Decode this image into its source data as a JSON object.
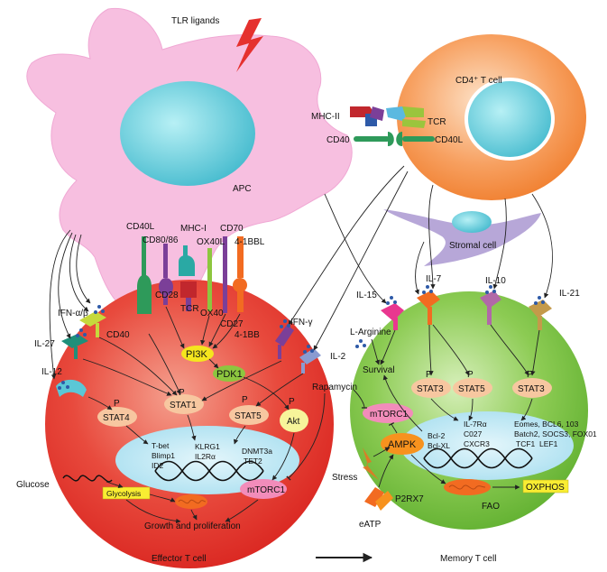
{
  "labels": {
    "tlr_ligands": "TLR ligands",
    "apc": "APC",
    "cd4_t_cell": "CD4⁺ T cell",
    "mhc_ii": "MHC-II",
    "tcr_top": "TCR",
    "cd40_top": "CD40",
    "cd40l_top": "CD40L",
    "stromal_cell": "Stromal cell",
    "cd40l": "CD40L",
    "cd80_86": "CD80/86",
    "mhc_i": "MHC-I",
    "cd70": "CD70",
    "ox40l": "OX40L",
    "bbl": "4-1BBL",
    "ifn_ab": "IFN-α/β",
    "cd28": "CD28",
    "tcr": "TCR",
    "ox40": "OX40",
    "cd27": "CD27",
    "cd40": "CD40",
    "bb": "4-1BB",
    "il27": "IL-27",
    "il12": "IL-12",
    "pi3k": "PI3K",
    "pdk1": "PDK1",
    "ifn_g": "IFN-γ",
    "il2": "IL-2",
    "rapamycin": "Rapamycin",
    "stat4": "STAT4",
    "stat1": "STAT1",
    "stat5_left": "STAT5",
    "akt": "Akt",
    "p": "P",
    "nuc_tbet": "T-bet",
    "nuc_blimp1": "Blimp1",
    "nuc_id2": "ID2",
    "nuc_klrg1": "KLRG1",
    "nuc_il2ra": "IL2Rα",
    "nuc_dnmt3a": "DNMT3a",
    "nuc_tet2": "TET2",
    "glucose": "Glucose",
    "glycolysis": "Glycolysis",
    "mtorc1_left": "mTORC1",
    "growth": "Growth and proliferation",
    "effector": "Effector T cell",
    "il15": "IL-15",
    "il7": "IL-7",
    "il10": "IL-10",
    "il21": "IL-21",
    "l_arginine": "L-Arginine",
    "survival": "Survival",
    "stat3_a": "STAT3",
    "stat5_right": "STAT5",
    "stat3_b": "STAT3",
    "mtorc1_right": "mTORC1",
    "mem_bcl2": "Bcl-2",
    "mem_bclxl": "Bcl-XL",
    "mem_il7ra": "IL-7Rα",
    "mem_cd27": "C027",
    "mem_cxcr3": "CXCR3",
    "mem_eomes": "Eomes, BCL6, 103",
    "mem_batch2": "Batch2, SOCS3, FOX01",
    "mem_tcf1": "TCF1",
    "mem_lef1": "LEF1",
    "ampk": "AMPK",
    "stress": "Stress",
    "p2rx7": "P2RX7",
    "eatp": "eATP",
    "fao": "FAO",
    "oxphos": "OXPHOS",
    "memory": "Memory T cell"
  },
  "colors": {
    "apc": "#f7bfe0",
    "apc_nucleus": "#5bc7d6",
    "cd4_cell": "#f5924a",
    "effector_cell": "#e4332f",
    "memory_cell": "#7cc242",
    "nucleus": "#a9dff0",
    "stat": "#f7c7a0",
    "pi3k": "#f5e61e",
    "pdk1": "#8dc63f",
    "akt": "#f7f49a",
    "mtorc1": "#f28cba",
    "ampk": "#f7921e",
    "glycolysis": "#f9ed32",
    "oxphos": "#f9ed32",
    "mitochondria": "#f26b21",
    "stromal": "#b7a7d8",
    "lightning": "#e5312e"
  }
}
